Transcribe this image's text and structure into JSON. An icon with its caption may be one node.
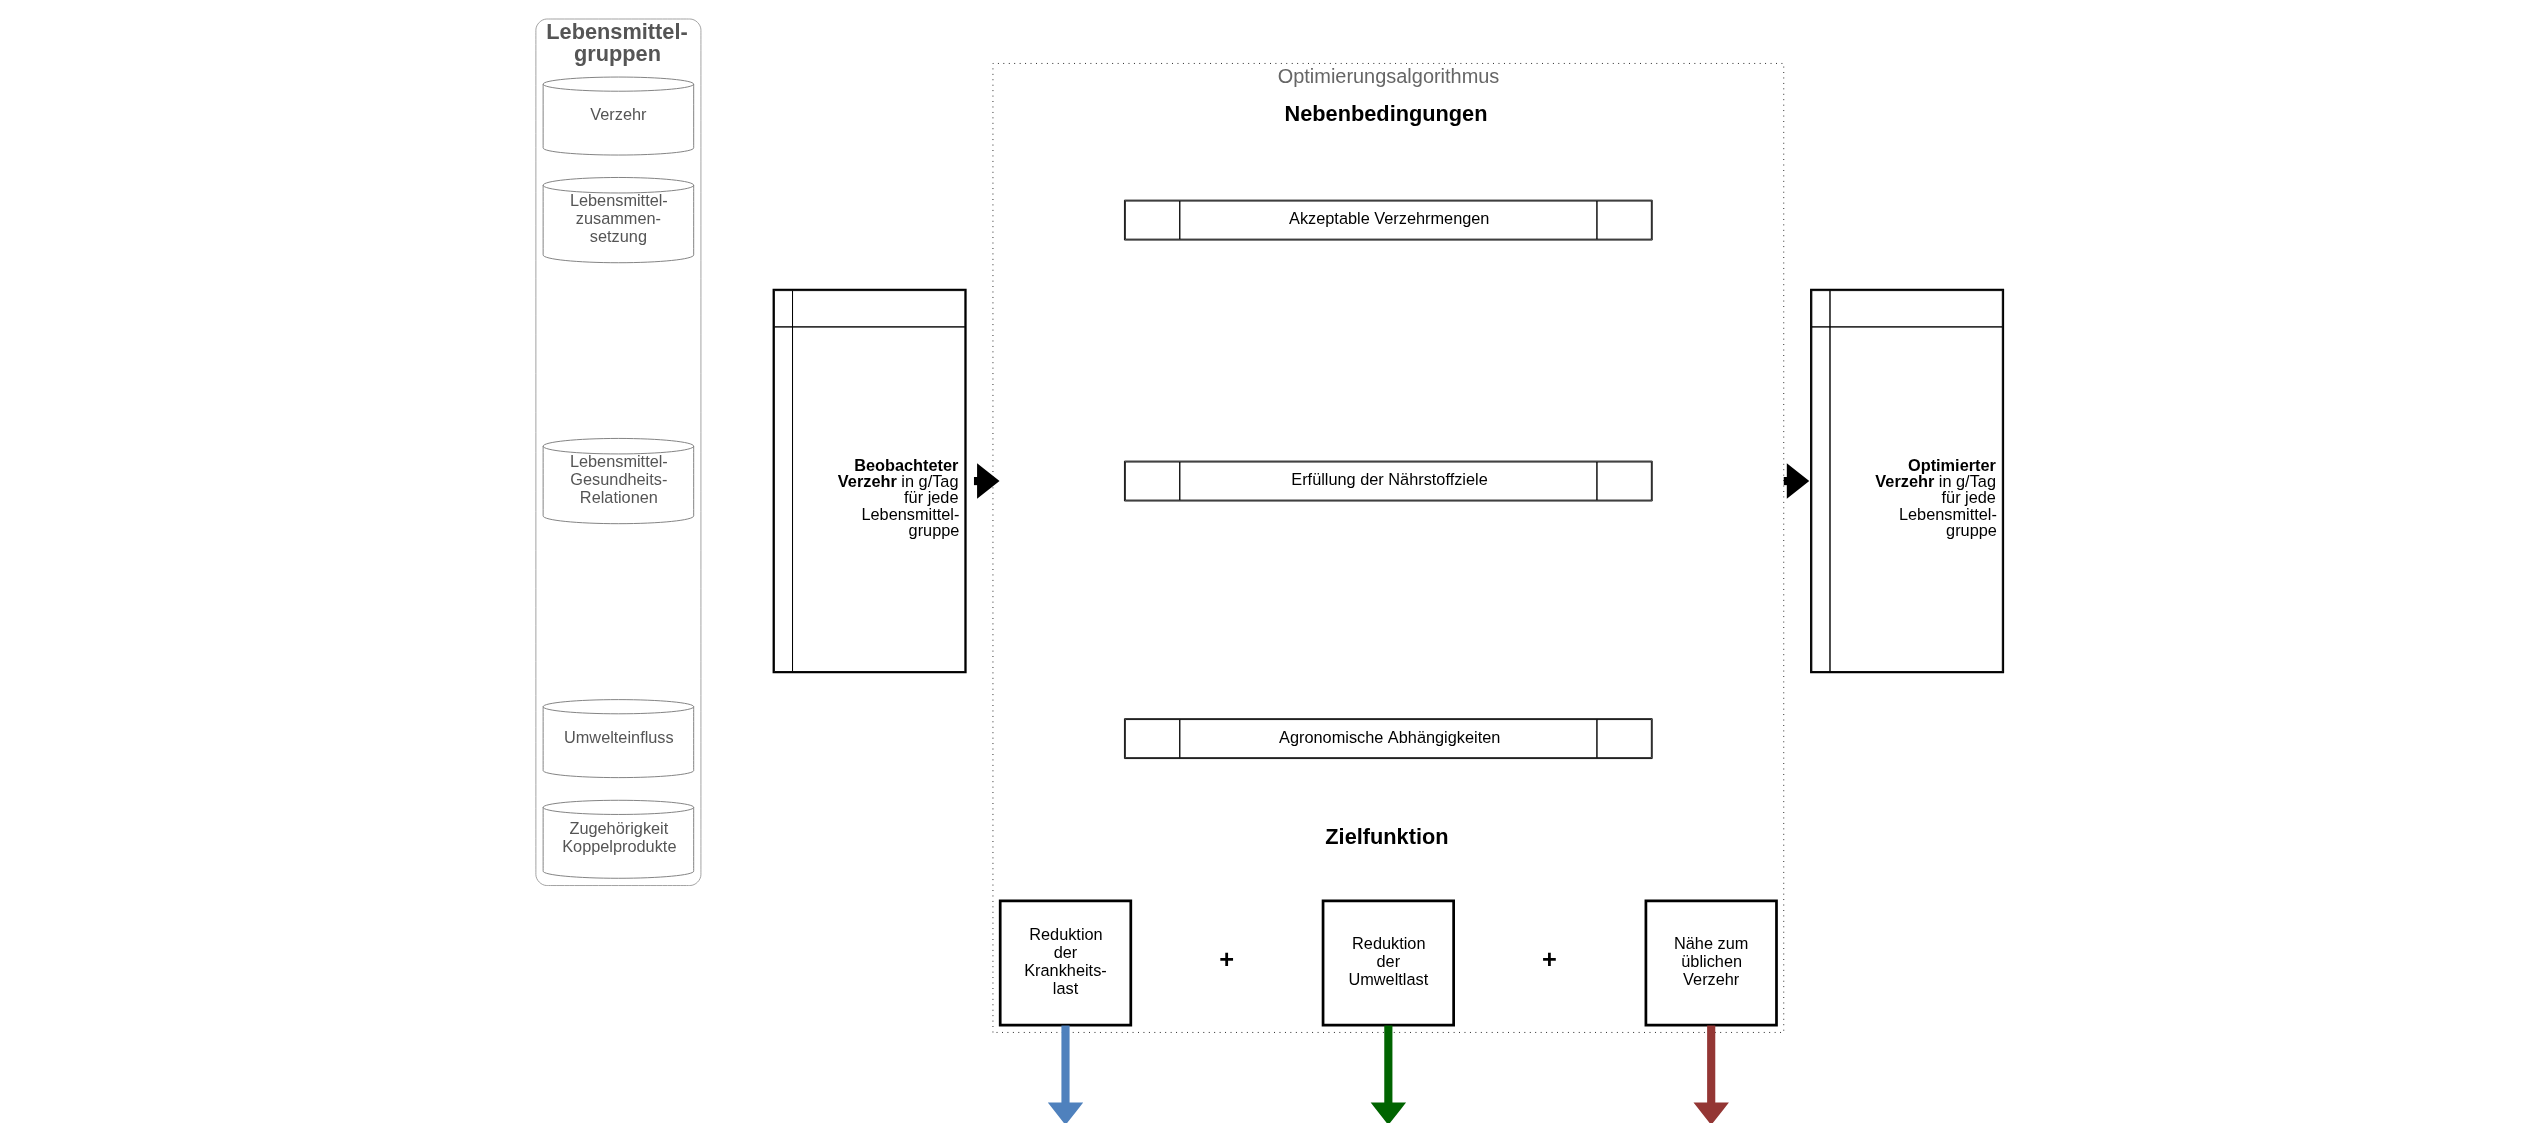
{
  "diagram": {
    "nodes": [
      {
        "text": [
          "Lebensmittel- gruppen"
        ]
      },
      {
        "text": [
          "Verzehr"
        ],
        "in": 0
      },
      {
        "text": [
          "Lebensmittel- zusammen- setzung"
        ],
        "in": 0
      },
      {
        "text": [
          "Lebensmittel- Gesundheits- Relationen"
        ],
        "in": 0
      },
      {
        "text": [
          "Umwelteinfluss"
        ],
        "in": 0
      },
      {
        "text": [
          "Zugehörigkeit Koppelprodukte"
        ],
        "in": 0
      },
      {
        "text": [
          "**Beobachteter Verzehr** in g/Tag für jede Lebensmittel- gruppe"
        ]
      },
      {
        "text": [
          "Optimierungsalgorithmus"
        ]
      },
      {
        "text": [
          "Akzeptable Verzehrmengen"
        ],
        "in": 7
      },
      {
        "text": [
          "Erfüllung der Nährstoffziele"
        ],
        "in": 7
      },
      {
        "text": [
          "Agronomische Abhängigkeiten"
        ],
        "in": 7
      },
      {
        "text": [
          "Reduktion der Krankheits- last"
        ],
        "in": 7
      },
      {
        "text": [
          "Reduktion der Umweltlast"
        ],
        "in": 7
      },
      {
        "text": [
          "Nähe zum üblichen Verzehr"
        ],
        "in": 7
      },
      {
        "text": [
          "**Optimierter Verzehr** in g/Tag für jede Lebensmittel- gruppe"
        ]
      }
    ],
    "edges": [
      {
        "from": 6,
        "to": 7,
        "arrow": "to"
      },
      {
        "from": 7,
        "to": 14,
        "arrow": "to"
      },
      {
        "from": 11,
        "to": null,
        "arrow": "to",
        "color": "#4f81bd"
      },
      {
        "from": 12,
        "to": null,
        "arrow": "to",
        "color": "#006400"
      },
      {
        "from": 13,
        "to": null,
        "arrow": "to",
        "color": "#943634"
      }
    ],
    "labels": [
      "Nebenbedingungen",
      "Zielfunktion",
      "+",
      "+"
    ]
  }
}
